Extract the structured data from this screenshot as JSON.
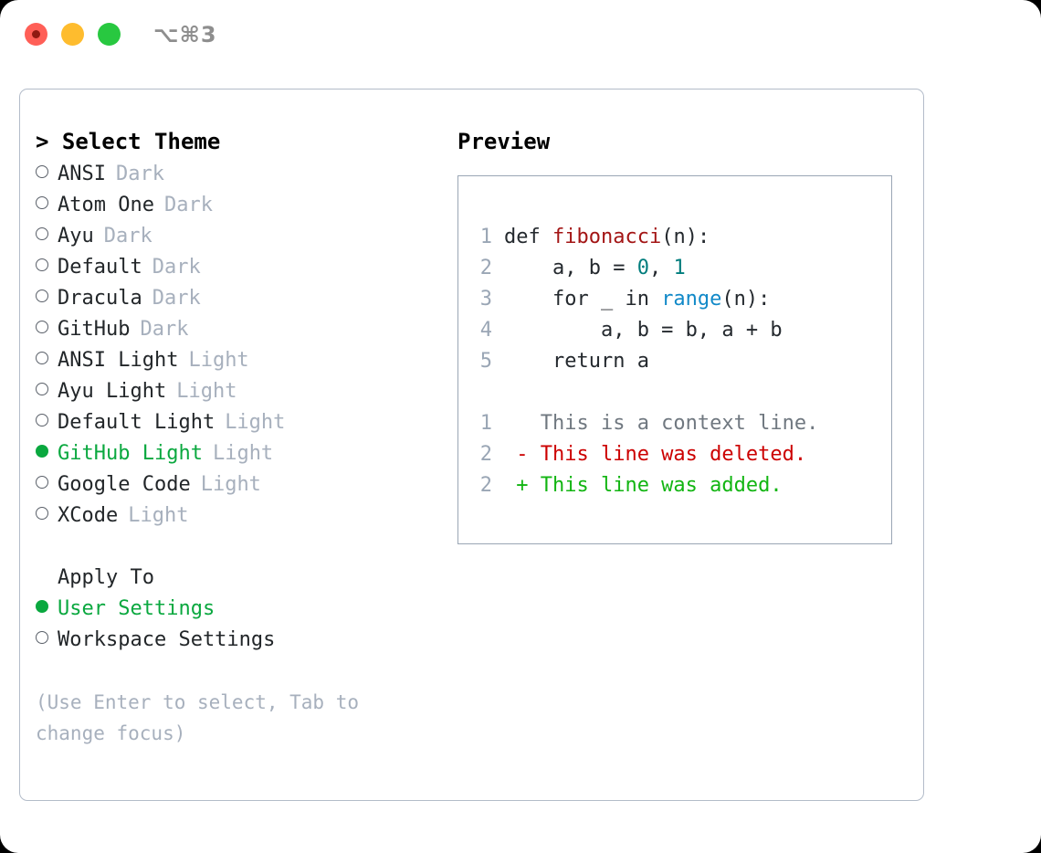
{
  "titlebar": {
    "shortcut": "⌥⌘3",
    "buttons": [
      {
        "name": "close",
        "color": "#ff5f57"
      },
      {
        "name": "minimize",
        "color": "#febc2e"
      },
      {
        "name": "maximize",
        "color": "#28c840"
      }
    ]
  },
  "theme_pane": {
    "title": "> Select Theme",
    "caret": ">",
    "title_text": "Select Theme",
    "selected_index": 9,
    "items": [
      {
        "label": "ANSI",
        "suffix": "Dark",
        "selected": false
      },
      {
        "label": "Atom One",
        "suffix": "Dark",
        "selected": false
      },
      {
        "label": "Ayu",
        "suffix": "Dark",
        "selected": false
      },
      {
        "label": "Default",
        "suffix": "Dark",
        "selected": false
      },
      {
        "label": "Dracula",
        "suffix": "Dark",
        "selected": false
      },
      {
        "label": "GitHub",
        "suffix": "Dark",
        "selected": false
      },
      {
        "label": "ANSI Light",
        "suffix": "Light",
        "selected": false
      },
      {
        "label": "Ayu Light",
        "suffix": "Light",
        "selected": false
      },
      {
        "label": "Default Light",
        "suffix": "Light",
        "selected": false
      },
      {
        "label": "GitHub Light",
        "suffix": "Light",
        "selected": true
      },
      {
        "label": "Google Code",
        "suffix": "Light",
        "selected": false
      },
      {
        "label": "XCode",
        "suffix": "Light",
        "selected": false
      }
    ]
  },
  "apply_to": {
    "title": "Apply To",
    "options": [
      {
        "label": "User Settings",
        "selected": true
      },
      {
        "label": "Workspace Settings",
        "selected": false
      }
    ]
  },
  "hint": "(Use Enter to select, Tab to change focus)",
  "preview_pane": {
    "title": "Preview",
    "code_lines": [
      {
        "no": "1",
        "tokens": [
          {
            "t": "def ",
            "c": "plain"
          },
          {
            "t": "fibonacci",
            "c": "func"
          },
          {
            "t": "(n):",
            "c": "plain"
          }
        ]
      },
      {
        "no": "2",
        "tokens": [
          {
            "t": "    a, b = ",
            "c": "plain"
          },
          {
            "t": "0",
            "c": "num"
          },
          {
            "t": ", ",
            "c": "plain"
          },
          {
            "t": "1",
            "c": "num"
          }
        ]
      },
      {
        "no": "3",
        "tokens": [
          {
            "t": "    for _ in ",
            "c": "plain"
          },
          {
            "t": "range",
            "c": "call"
          },
          {
            "t": "(n):",
            "c": "plain"
          }
        ]
      },
      {
        "no": "4",
        "tokens": [
          {
            "t": "        a, b = b, a + b",
            "c": "plain"
          }
        ]
      },
      {
        "no": "5",
        "tokens": [
          {
            "t": "    return a",
            "c": "plain"
          }
        ]
      }
    ],
    "diff_lines": [
      {
        "no": "1",
        "tokens": [
          {
            "t": "   This is a context line.",
            "c": "ctx"
          }
        ]
      },
      {
        "no": "2",
        "tokens": [
          {
            "t": " - This line was deleted.",
            "c": "del"
          }
        ]
      },
      {
        "no": "2",
        "tokens": [
          {
            "t": " + This line was added.",
            "c": "add"
          }
        ]
      }
    ]
  },
  "colors": {
    "accent_green": "#0aa83f",
    "muted": "#a7b0bd",
    "border": "#b3bcc9",
    "preview_border": "#9aa6b5",
    "func_red": "#a31515",
    "number_teal": "#007d7d",
    "call_blue": "#1189c8",
    "diff_del": "#cc0000",
    "diff_add": "#12b512"
  }
}
